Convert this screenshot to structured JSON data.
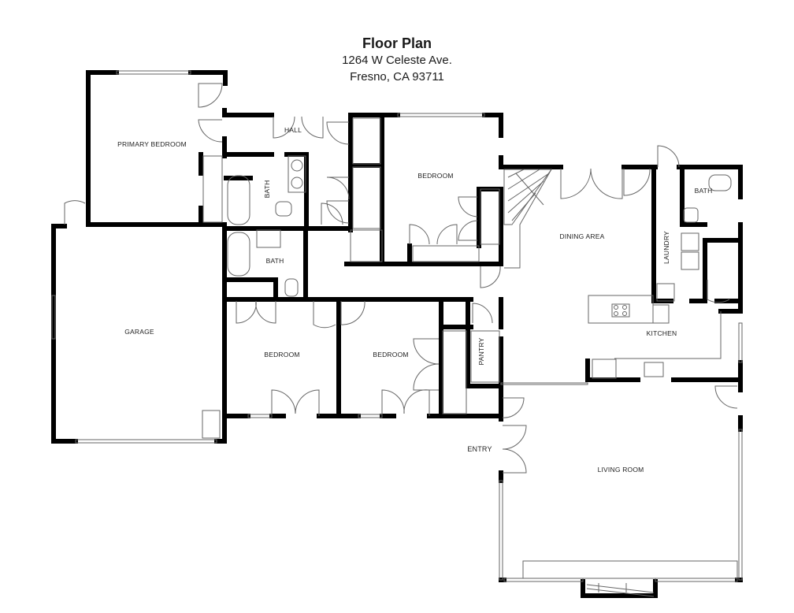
{
  "header": {
    "title": "Floor Plan",
    "address_line1": "1264 W Celeste Ave.",
    "address_line2": "Fresno, CA 93711"
  },
  "rooms": {
    "primary_bedroom": "PRIMARY BEDROOM",
    "hall": "HALL",
    "bath_primary": "BATH",
    "bath_hall": "BATH",
    "bedroom_north": "BEDROOM",
    "dining_area": "DINING AREA",
    "laundry": "LAUNDRY",
    "bath_east": "BATH",
    "kitchen": "KITCHEN",
    "garage": "GARAGE",
    "bedroom_west": "BEDROOM",
    "bedroom_middle": "BEDROOM",
    "pantry": "PANTRY",
    "entry": "ENTRY",
    "living_room": "LIVING ROOM"
  },
  "colors": {
    "wall": "#000000",
    "fixture_line": "#555555",
    "background": "#ffffff"
  }
}
